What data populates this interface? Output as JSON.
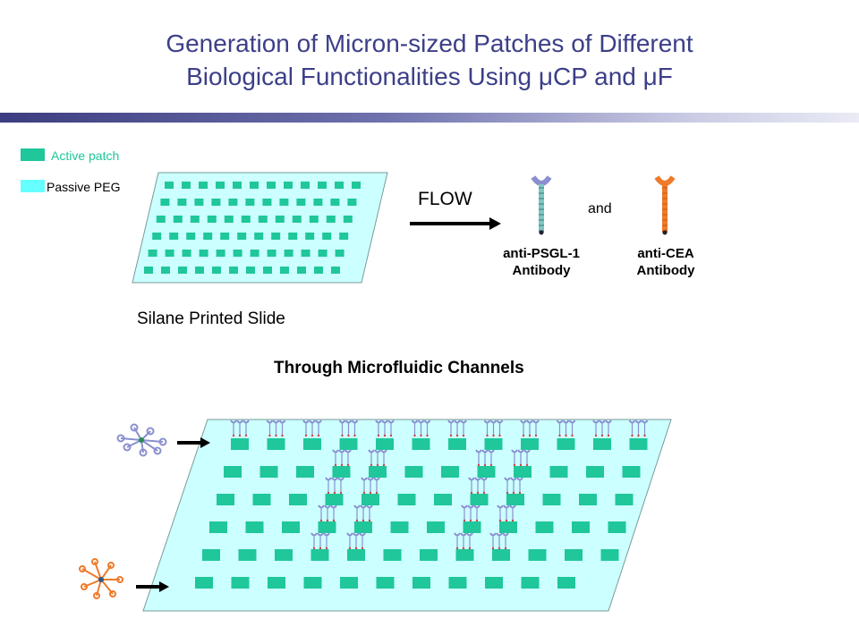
{
  "title": {
    "line1": "Generation of Micron-sized Patches of Different",
    "line2": "Biological Functionalities Using μCP and μF"
  },
  "legend": [
    {
      "label": "Active patch",
      "color": "#1fc79a",
      "text_color": "#1fc79a"
    },
    {
      "label": "Passive PEG",
      "color": "#66ffff",
      "text_color": "#000000"
    }
  ],
  "flow_label": "FLOW",
  "and_label": "and",
  "antibodies": [
    {
      "line1": "anti-PSGL-1",
      "line2": "Antibody",
      "color": "#8a8fd0"
    },
    {
      "line1": "anti-CEA",
      "line2": "Antibody",
      "color": "#ef7a2a"
    }
  ],
  "slide_caption": "Silane Printed Slide",
  "channel_title": "Through Microfluidic Channels",
  "colors": {
    "title": "#3c3f88",
    "slide_fill": "#ccffff",
    "patch": "#1fc79a",
    "antibody_blue": "#8a8fd0",
    "antibody_orange": "#ef7a2a"
  }
}
